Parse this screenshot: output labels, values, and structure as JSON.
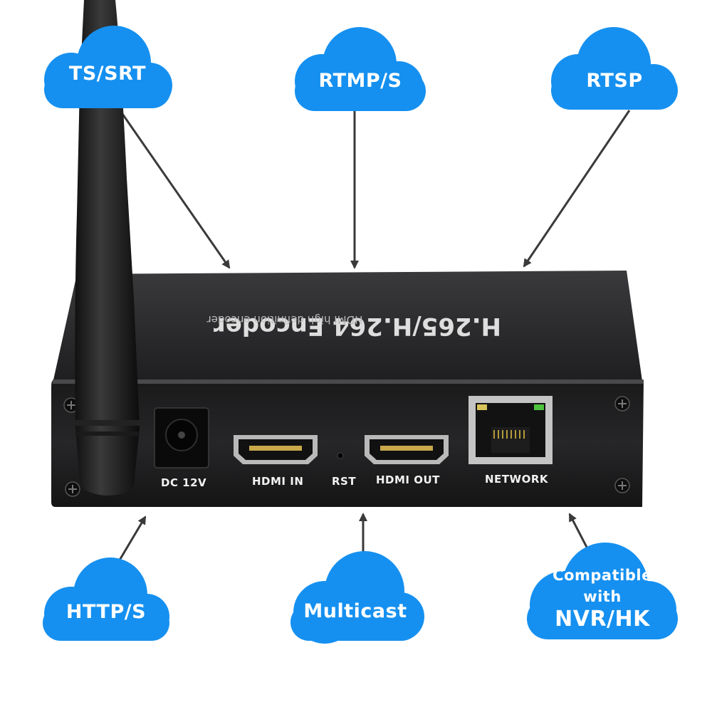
{
  "clouds": {
    "ts_srt": "TS/SRT",
    "rtmp_s": "RTMP/S",
    "rtsp": "RTSP",
    "http_s": "HTTP/S",
    "multicast": "Multicast",
    "compat_line1": "Compatible",
    "compat_line2": "with",
    "compat_line3": "NVR/HK"
  },
  "device": {
    "title": "H.265/H.264 Encoder",
    "subtitle": "HDMI high definition encoder",
    "ports": {
      "dc": "DC 12V",
      "hdmi_in": "HDMI IN",
      "rst": "RST",
      "hdmi_out": "HDMI OUT",
      "network": "NETWORK"
    }
  },
  "colors": {
    "cloud": "#1590f0",
    "cloud_text": "#ffffff",
    "device_body": "#2a2a2c",
    "arrow": "#3a3a3a"
  }
}
